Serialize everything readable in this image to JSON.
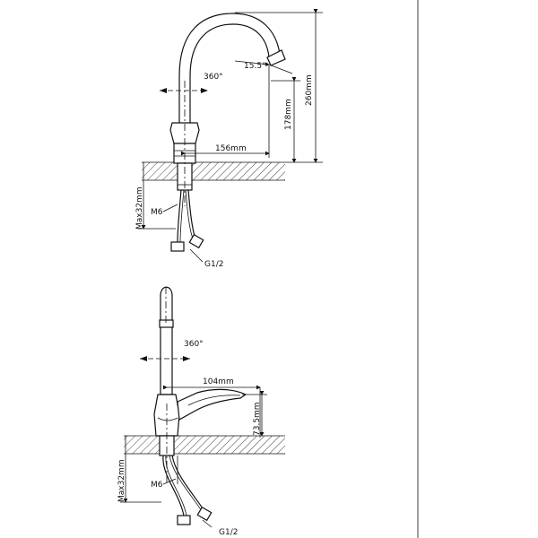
{
  "top_view": {
    "rotation_label": "360°",
    "angle_label": "15.5°",
    "height_total_label": "260mm",
    "height_spout_label": "178mm",
    "reach_label": "156mm",
    "max_thickness_label": "Max32mm",
    "stud_label": "M6",
    "hose_thread_label": "G1/2"
  },
  "bottom_view": {
    "rotation_label": "360°",
    "reach_label": "104mm",
    "height_label": "73.5mm",
    "max_thickness_label": "Max32mm",
    "stud_label": "M6",
    "hose_thread_label": "G1/2"
  },
  "colors": {
    "line": "#111111",
    "background": "#ffffff"
  }
}
